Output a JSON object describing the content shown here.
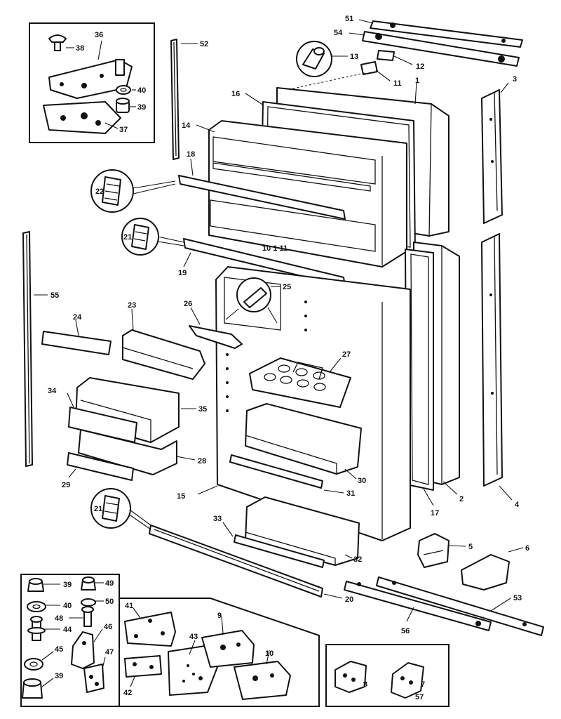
{
  "callouts": {
    "p1": "1",
    "p2": "2",
    "p3": "3",
    "p4": "4",
    "p5": "5",
    "p6": "6",
    "p7": "7",
    "p8": "8",
    "p9": "9",
    "p10": "10",
    "p11": "11",
    "p12": "12",
    "p13": "13",
    "p14": "14",
    "p15": "15",
    "p16": "16",
    "p17": "17",
    "p18": "18",
    "p19": "19",
    "p20": "20",
    "p21a": "21",
    "p21b": "21",
    "p22": "22",
    "p23": "23",
    "p24": "24",
    "p25": "25",
    "p26": "26",
    "p27": "27",
    "p28": "28",
    "p29": "29",
    "p30": "30",
    "p31": "31",
    "p32": "32",
    "p33": "33",
    "p34": "34",
    "p35": "35",
    "p36": "36",
    "p37": "37",
    "p38": "38",
    "p39a": "39",
    "p39b": "39",
    "p39c": "39",
    "p40a": "40",
    "p40b": "40",
    "p41": "41",
    "p42": "42",
    "p43": "43",
    "p44": "44",
    "p45": "45",
    "p46": "46",
    "p47": "47",
    "p48": "48",
    "p49": "49",
    "p50": "50",
    "p51": "51",
    "p52": "52",
    "p53": "53",
    "p54": "54",
    "p55": "55",
    "p56": "56",
    "p57": "57"
  },
  "stamp_text": "10 1 11"
}
